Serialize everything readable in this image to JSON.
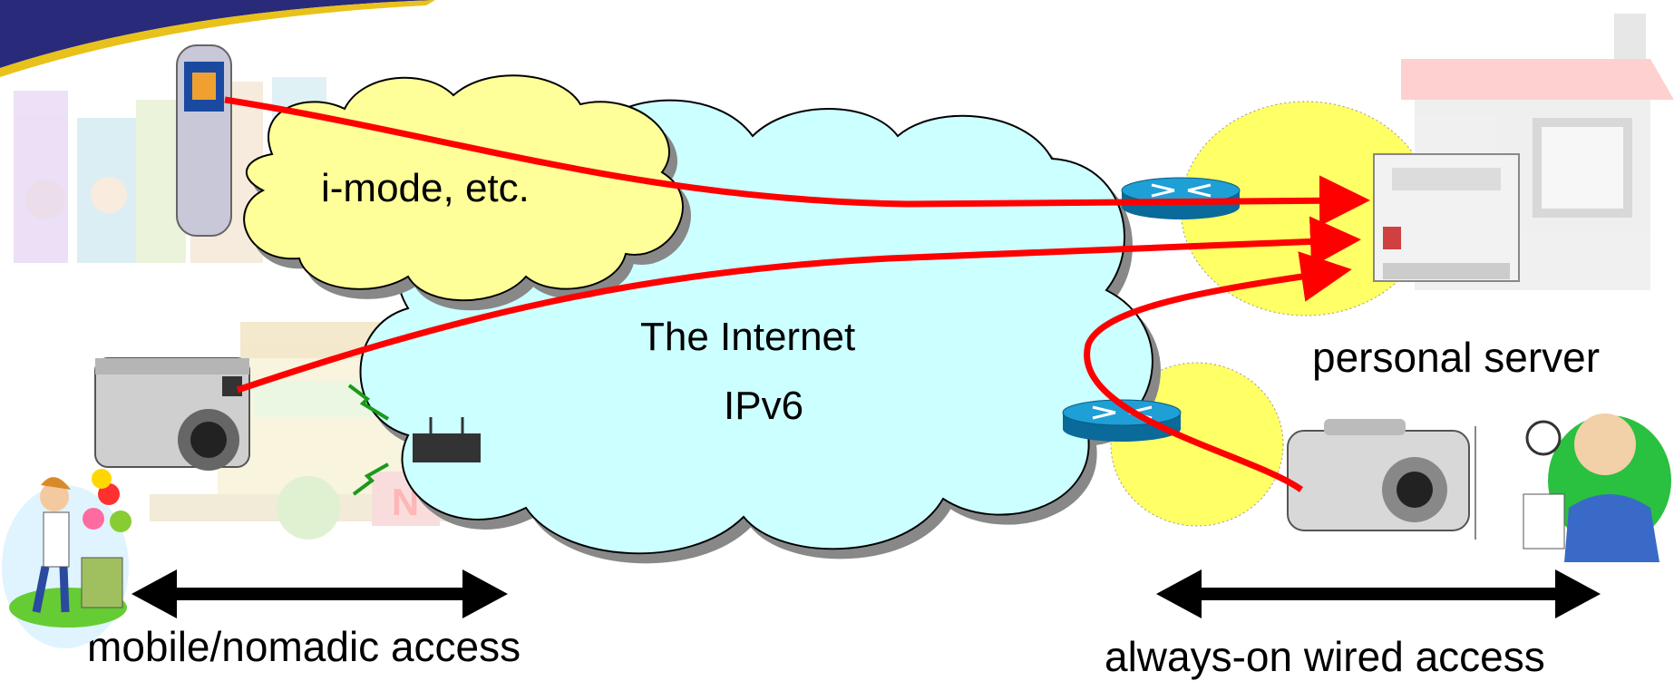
{
  "labels": {
    "imode": "i-mode, etc.",
    "internet_title": "The Internet",
    "internet_protocol": "IPv6",
    "personal_server": "personal server",
    "mobile_access": "mobile/nomadic access",
    "wired_access": "always-on wired access"
  },
  "colors": {
    "imode_cloud": "#ffff99",
    "internet_cloud": "#ccffff",
    "access_circle": "#ffff66",
    "router": "#1e9fd6",
    "connection_line": "#ff0000",
    "banner": "#2a2a7a"
  },
  "icons": [
    "phone-icon",
    "camera-icon",
    "router-icon",
    "printer-icon",
    "house-icon",
    "person-icon",
    "access-point-icon",
    "wireless-signal-icon"
  ]
}
